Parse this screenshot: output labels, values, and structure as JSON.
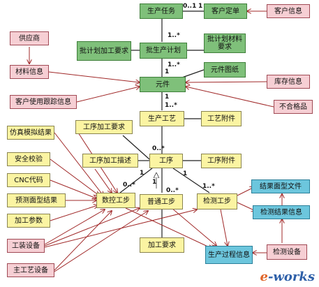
{
  "nodes": {
    "production_task": "生产任务",
    "customer_order": "客户定单",
    "customer_info": "客户信息",
    "supplier": "供应商",
    "plan_process_req": "批计划加工要求",
    "batch_plan": "批生产计划",
    "plan_material_req": "批计划材料要求",
    "material_info": "材料信息",
    "component_drawing": "元件图纸",
    "component": "元件",
    "inventory_info": "库存信息",
    "customer_tracking": "客户使用跟踪信息",
    "nonconforming": "不合格品",
    "production_process": "生产工艺",
    "process_attachment": "工艺附件",
    "simulation_result": "仿真模拟结果",
    "step_process_req": "工序加工要求",
    "safety_check": "安全校验",
    "step_process_desc": "工序加工描述",
    "step": "工序",
    "step_attachment": "工序附件",
    "cnc_code": "CNC代码",
    "predicted_surface": "预测面型结果",
    "nc_step": "数控工步",
    "general_step": "普通工步",
    "inspection_step": "检测工步",
    "result_surface_file": "结果面型文件",
    "inspection_result_info": "检测结果信息",
    "process_params": "加工参数",
    "fixture_equipment": "工装设备",
    "process_req": "加工要求",
    "production_process_info": "生产过程信息",
    "inspection_equipment": "检测设备",
    "main_fixture_equipment": "主工艺设备"
  },
  "multiplicities": {
    "task_order_left": "0..1",
    "task_order_right": "1",
    "task_plan": "1..*",
    "plan_component_top": "1..*",
    "plan_component_bottom": "1",
    "component_process_top": "1",
    "component_process_bottom": "1..*",
    "process_step": "0..*",
    "step_nc": "0..*",
    "step_general_top": "1",
    "step_general": "0..*",
    "step_inspection_top": "1",
    "step_inspection": "1..*",
    "step_left": "1"
  },
  "watermark": {
    "prefix": "e",
    "text": "-works"
  },
  "colors": {
    "green_fill": "#7fc07a",
    "yellow_fill": "#fbf4a2",
    "pink_fill": "#f6cfd4",
    "blue_fill": "#6cc6dd",
    "dependency_line": "#b03030"
  }
}
